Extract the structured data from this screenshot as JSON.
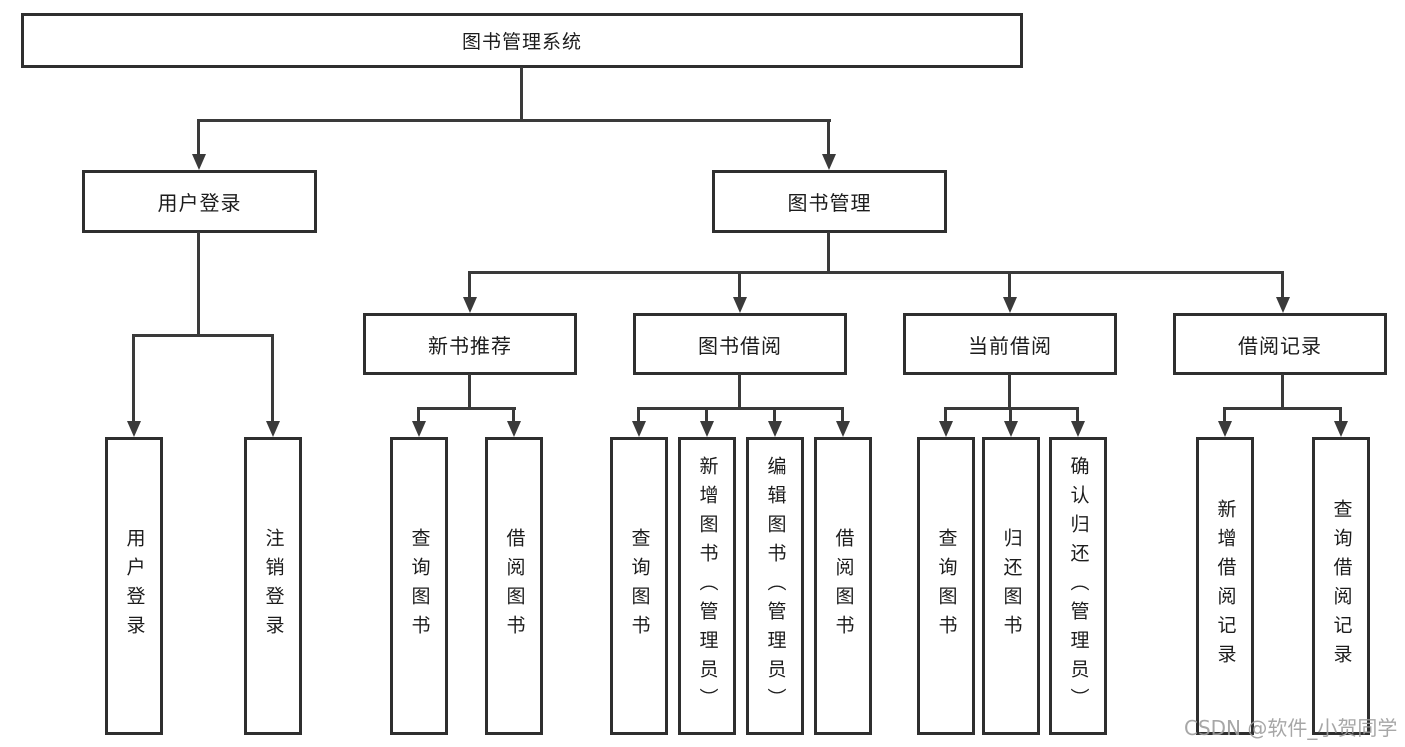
{
  "diagram_type": "hierarchy-tree",
  "colors": {
    "line": "#3a3a3a",
    "box_border": "#2f2f2f",
    "text": "#1c1c1c",
    "background": "#ffffff",
    "watermark": "#9e9e9e"
  },
  "root": {
    "label": "图书管理系统",
    "children": [
      {
        "label": "用户登录",
        "children": [
          {
            "label": "用户登录"
          },
          {
            "label": "注销登录"
          }
        ]
      },
      {
        "label": "图书管理",
        "children": [
          {
            "label": "新书推荐",
            "children": [
              {
                "label": "查询图书"
              },
              {
                "label": "借阅图书"
              }
            ]
          },
          {
            "label": "图书借阅",
            "children": [
              {
                "label": "查询图书"
              },
              {
                "label": "新增图书（管理员）"
              },
              {
                "label": "编辑图书（管理员）"
              },
              {
                "label": "借阅图书"
              }
            ]
          },
          {
            "label": "当前借阅",
            "children": [
              {
                "label": "查询图书"
              },
              {
                "label": "归还图书"
              },
              {
                "label": "确认归还（管理员）"
              }
            ]
          },
          {
            "label": "借阅记录",
            "children": [
              {
                "label": "新增借阅记录"
              },
              {
                "label": "查询借阅记录"
              }
            ]
          }
        ]
      }
    ]
  },
  "watermark": {
    "label": "CSDN @软件_小贺同学"
  }
}
